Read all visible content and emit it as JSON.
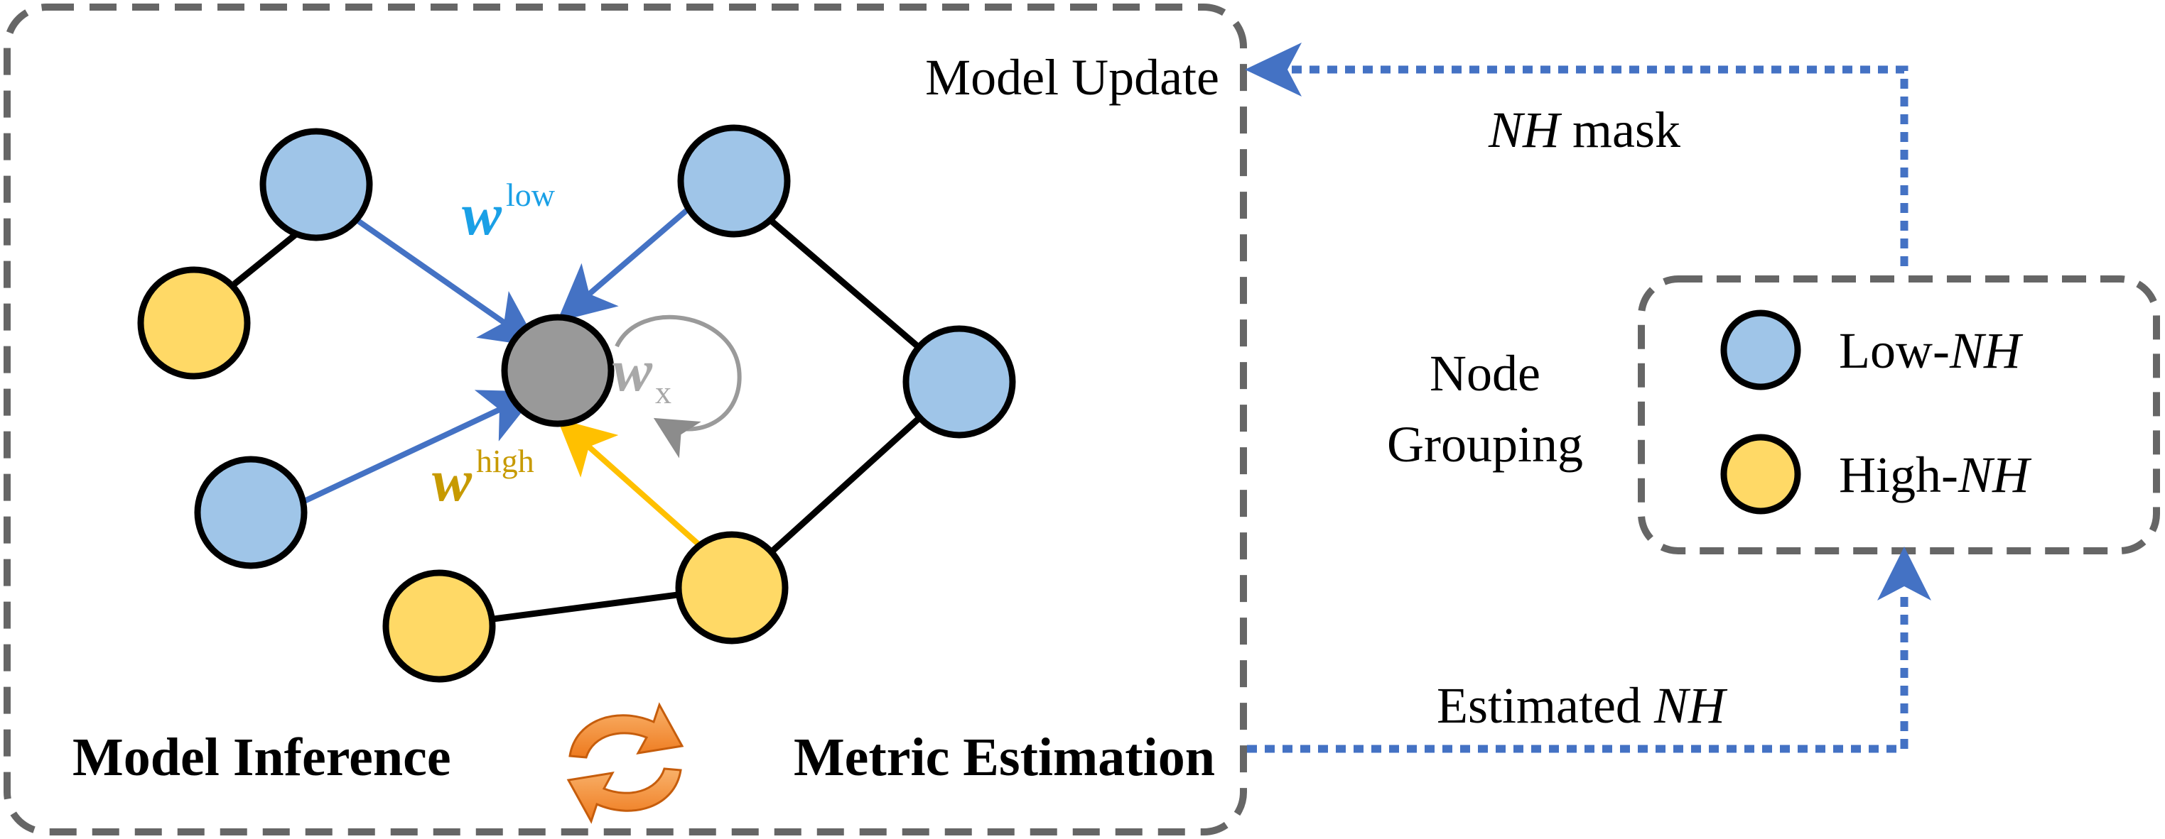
{
  "labels": {
    "model_update": "Model Update",
    "nh_mask": {
      "italic": "NH",
      "rest": " mask"
    },
    "estimated_nh": {
      "rest": "Estimated ",
      "italic": "NH"
    },
    "node": "Node",
    "grouping": "Grouping",
    "model_inference": "Model Inference",
    "metric_estimation": "Metric Estimation"
  },
  "weights": {
    "low": {
      "symbol": "w",
      "sup": "low",
      "color": "#1aa0e6"
    },
    "high": {
      "symbol": "w",
      "sup": "high",
      "color": "#c79a00"
    },
    "self": {
      "symbol": "w",
      "sub": "x",
      "color": "#a8a8a8"
    }
  },
  "legend": {
    "low": {
      "prefix": "Low-",
      "italic": "NH"
    },
    "high": {
      "prefix": "High-",
      "italic": "NH"
    }
  },
  "colors": {
    "low_nh_node": "#9fc5e8",
    "high_nh_node": "#ffd966",
    "center_node": "#999999",
    "blue_edge": "#4472c4",
    "yellow_edge": "#ffc000",
    "dashed_border": "#666666",
    "dotted_arrow": "#4472c4",
    "cycle_icon": "#f28b30"
  },
  "icons": {
    "cycle": "refresh-cycle-icon"
  }
}
